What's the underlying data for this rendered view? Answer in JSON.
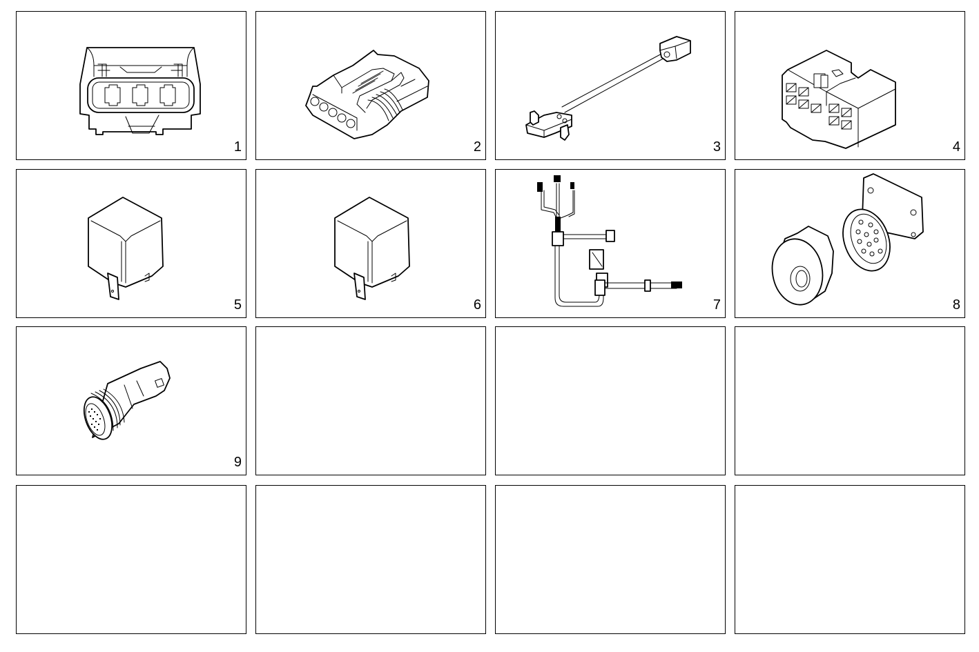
{
  "sheet": {
    "grid": {
      "columns": 4,
      "rows": 4
    },
    "colors": {
      "line": "#000000",
      "background": "#ffffff"
    },
    "panels": [
      {
        "index": 1,
        "label": "1",
        "icon": "three-pin-connector-housing-front-icon",
        "empty": false
      },
      {
        "index": 2,
        "label": "2",
        "icon": "five-pin-sealed-connector-icon",
        "empty": false
      },
      {
        "index": 3,
        "label": "3",
        "icon": "sensor-with-lead-and-plug-icon",
        "empty": false
      },
      {
        "index": 4,
        "label": "4",
        "icon": "ten-way-connector-block-icon",
        "empty": false
      },
      {
        "index": 5,
        "label": "5",
        "icon": "relay-icon",
        "empty": false
      },
      {
        "index": 6,
        "label": "6",
        "icon": "relay-icon",
        "empty": false
      },
      {
        "index": 7,
        "label": "7",
        "icon": "wiring-harness-icon",
        "empty": false
      },
      {
        "index": 8,
        "label": "8",
        "icon": "round-connector-with-flange-and-cap-icon",
        "empty": false
      },
      {
        "index": 9,
        "label": "9",
        "icon": "circular-multipin-connector-plug-icon",
        "empty": false
      },
      {
        "index": 10,
        "label": "",
        "empty": true
      },
      {
        "index": 11,
        "label": "",
        "empty": true
      },
      {
        "index": 12,
        "label": "",
        "empty": true
      },
      {
        "index": 13,
        "label": "",
        "empty": true
      },
      {
        "index": 14,
        "label": "",
        "empty": true
      },
      {
        "index": 15,
        "label": "",
        "empty": true
      },
      {
        "index": 16,
        "label": "",
        "empty": true
      }
    ]
  }
}
